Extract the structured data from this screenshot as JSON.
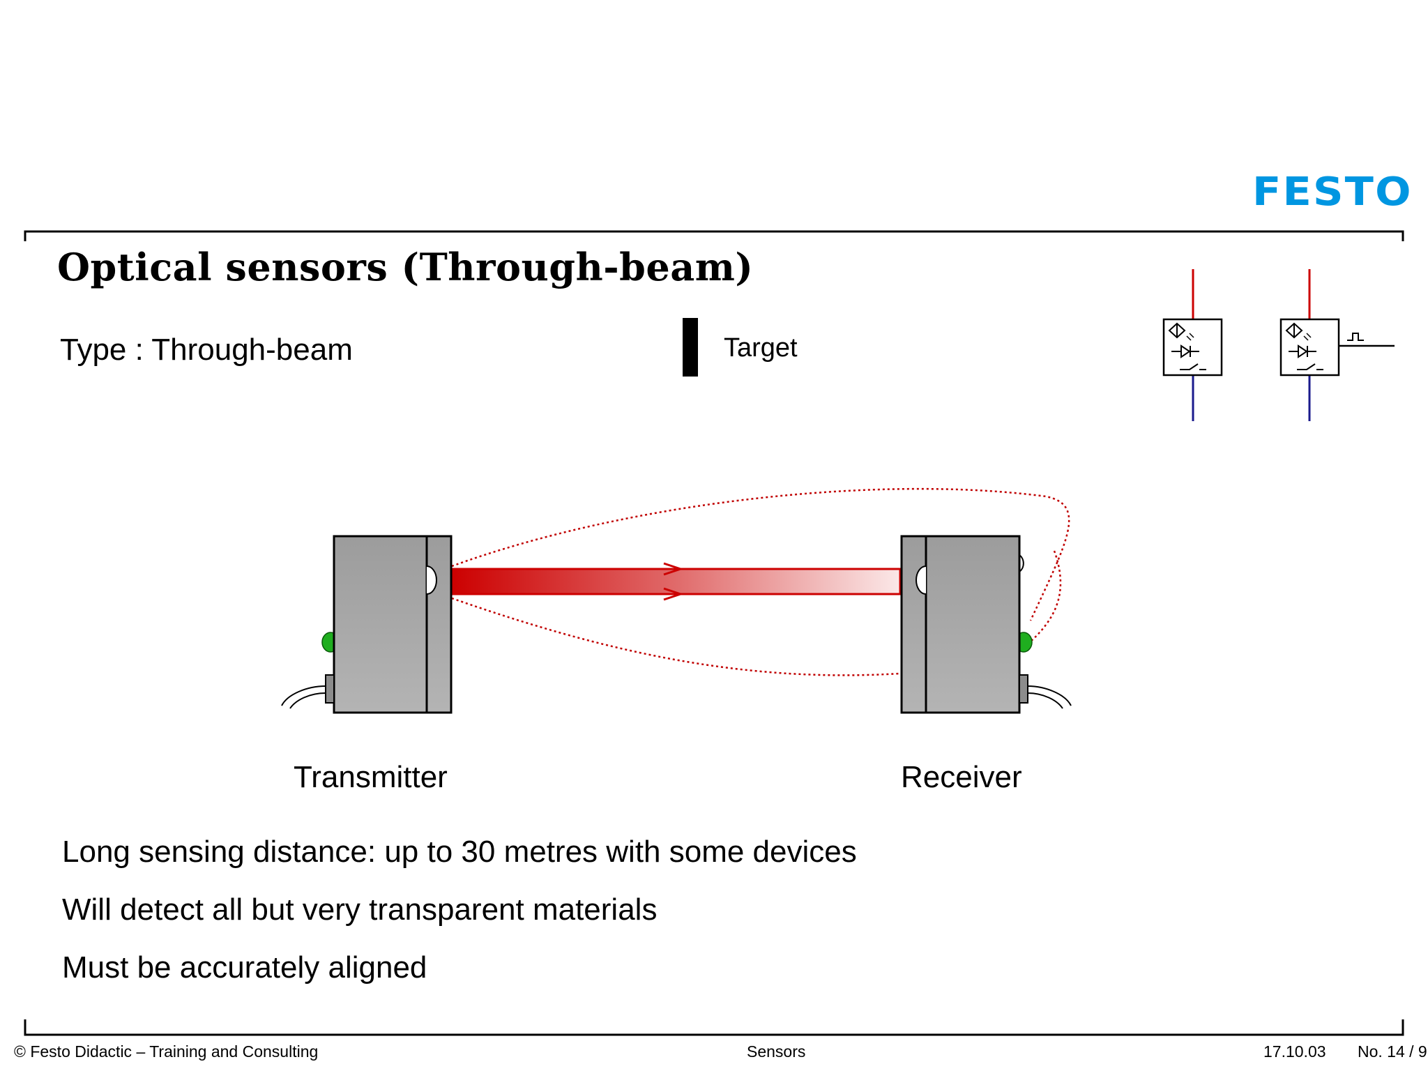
{
  "logo": "FESTO",
  "title": "Optical sensors (Through-beam)",
  "type_line": "Type : Through-beam",
  "diagram": {
    "target_label": "Target",
    "transmitter_label": "Transmitter",
    "receiver_label": "Receiver",
    "beam_color": "#d40000",
    "housing_color": "#a3a3a3",
    "led_color": "#1fae1f"
  },
  "symbols": {
    "supply_color": "#cc0000",
    "ground_color": "#1a1a8c"
  },
  "bullets": [
    "Long sensing distance: up to 30 metres with some devices",
    "Will detect all but very transparent materials",
    "Must be accurately aligned"
  ],
  "footer": {
    "left": "© Festo Didactic – Training and Consulting",
    "center": "Sensors",
    "date": "17.10.03",
    "page": "No. 14 / 9"
  }
}
